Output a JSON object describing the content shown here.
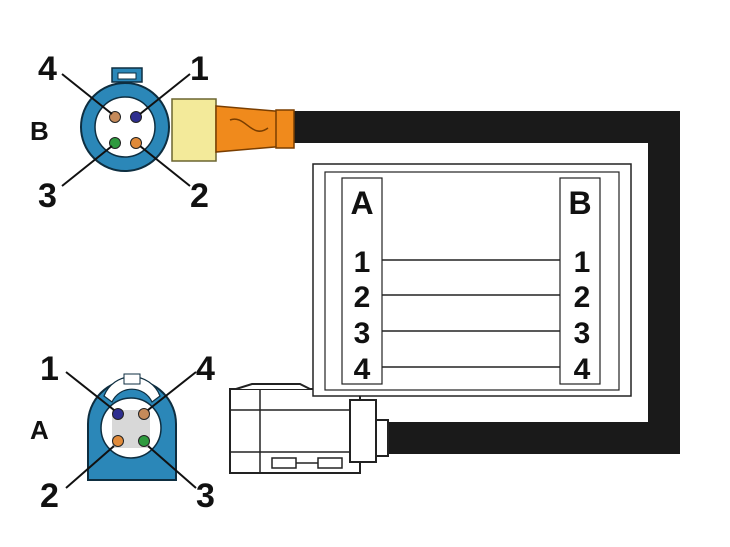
{
  "connector_b": {
    "letter": "B",
    "pins": [
      {
        "number": "1",
        "color": "#2e2e8f"
      },
      {
        "number": "2",
        "color": "#e08a3a"
      },
      {
        "number": "3",
        "color": "#2e9a3e"
      },
      {
        "number": "4",
        "color": "#c58a5a"
      }
    ]
  },
  "connector_a": {
    "letter": "A",
    "pins": [
      {
        "number": "1",
        "color": "#2e2e8f"
      },
      {
        "number": "2",
        "color": "#e08a3a"
      },
      {
        "number": "3",
        "color": "#2e9a3e"
      },
      {
        "number": "4",
        "color": "#c58a5a"
      }
    ]
  },
  "pinout_table": {
    "left_header": "A",
    "right_header": "B",
    "rows": [
      {
        "left": "1",
        "right": "1"
      },
      {
        "left": "2",
        "right": "2"
      },
      {
        "left": "3",
        "right": "3"
      },
      {
        "left": "4",
        "right": "4"
      }
    ]
  },
  "colors": {
    "housing": "#2b87b8",
    "cable": "#1a1a1a",
    "boot": "#f3ea9a",
    "sleeve": "#f08a1c"
  }
}
